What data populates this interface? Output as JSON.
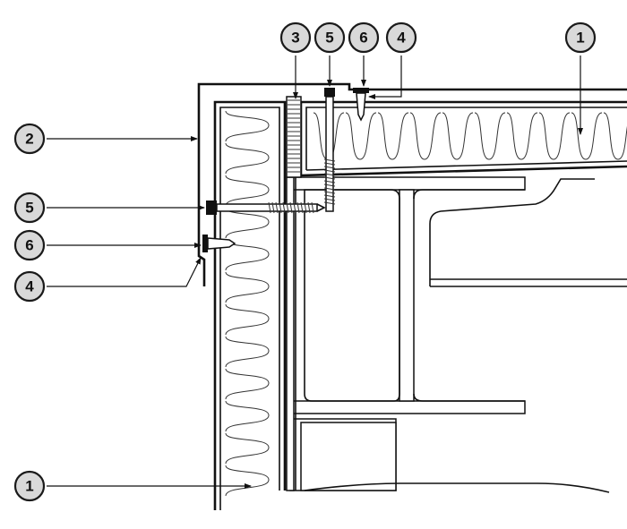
{
  "callouts": [
    {
      "id": "c1-top",
      "label": "1"
    },
    {
      "id": "c1-bottom",
      "label": "1"
    },
    {
      "id": "c2",
      "label": "2"
    },
    {
      "id": "c3",
      "label": "3"
    },
    {
      "id": "c4-top",
      "label": "4"
    },
    {
      "id": "c4-left",
      "label": "4"
    },
    {
      "id": "c5-top",
      "label": "5"
    },
    {
      "id": "c5-left",
      "label": "5"
    },
    {
      "id": "c6-top",
      "label": "6"
    },
    {
      "id": "c6-left",
      "label": "6"
    }
  ],
  "colors": {
    "line": "#111111",
    "callout_fill": "#d9d9d9",
    "background": "#ffffff"
  }
}
